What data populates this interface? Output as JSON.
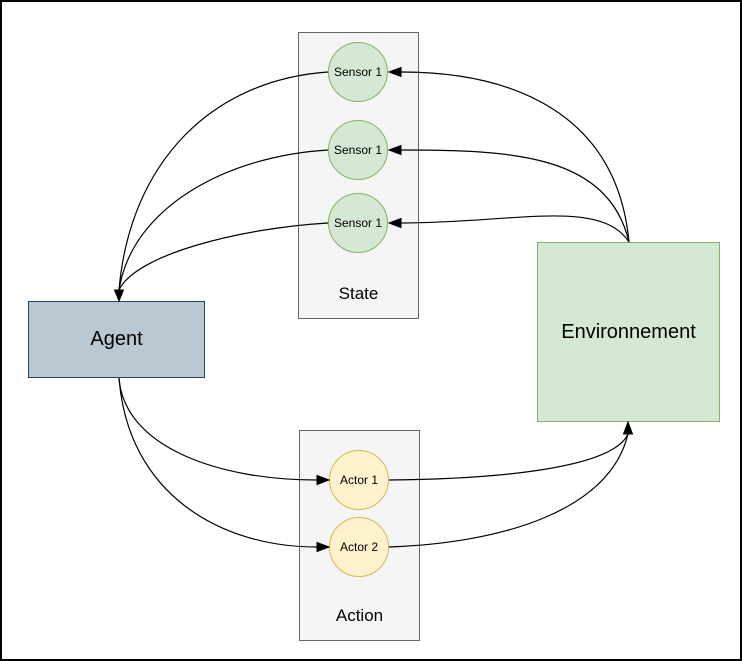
{
  "diagram": {
    "agent": {
      "label": "Agent",
      "fill": "#bac8d3",
      "stroke": "#23445d"
    },
    "environment": {
      "label": "Environnement",
      "fill": "#d5e8d4",
      "stroke": "#82b366"
    },
    "state_group": {
      "label": "State",
      "fill": "#f5f5f5",
      "stroke": "#666666",
      "sensor_fill": "#d5e8d4",
      "sensor_stroke": "#82b366",
      "sensors": [
        {
          "label": "Sensor 1"
        },
        {
          "label": "Sensor 1"
        },
        {
          "label": "Sensor 1"
        }
      ]
    },
    "action_group": {
      "label": "Action",
      "fill": "#f5f5f5",
      "stroke": "#666666",
      "actor_fill": "#fff2cc",
      "actor_stroke": "#d6b656",
      "actors": [
        {
          "label": "Actor 1"
        },
        {
          "label": "Actor 2"
        }
      ]
    },
    "edges": [
      {
        "from": "environment",
        "to": "sensor-1"
      },
      {
        "from": "environment",
        "to": "sensor-2"
      },
      {
        "from": "environment",
        "to": "sensor-3"
      },
      {
        "from": "sensor-1",
        "to": "agent"
      },
      {
        "from": "sensor-2",
        "to": "agent"
      },
      {
        "from": "sensor-3",
        "to": "agent"
      },
      {
        "from": "agent",
        "to": "actor-1"
      },
      {
        "from": "agent",
        "to": "actor-2"
      },
      {
        "from": "actor-1",
        "to": "environment"
      },
      {
        "from": "actor-2",
        "to": "environment"
      }
    ]
  }
}
